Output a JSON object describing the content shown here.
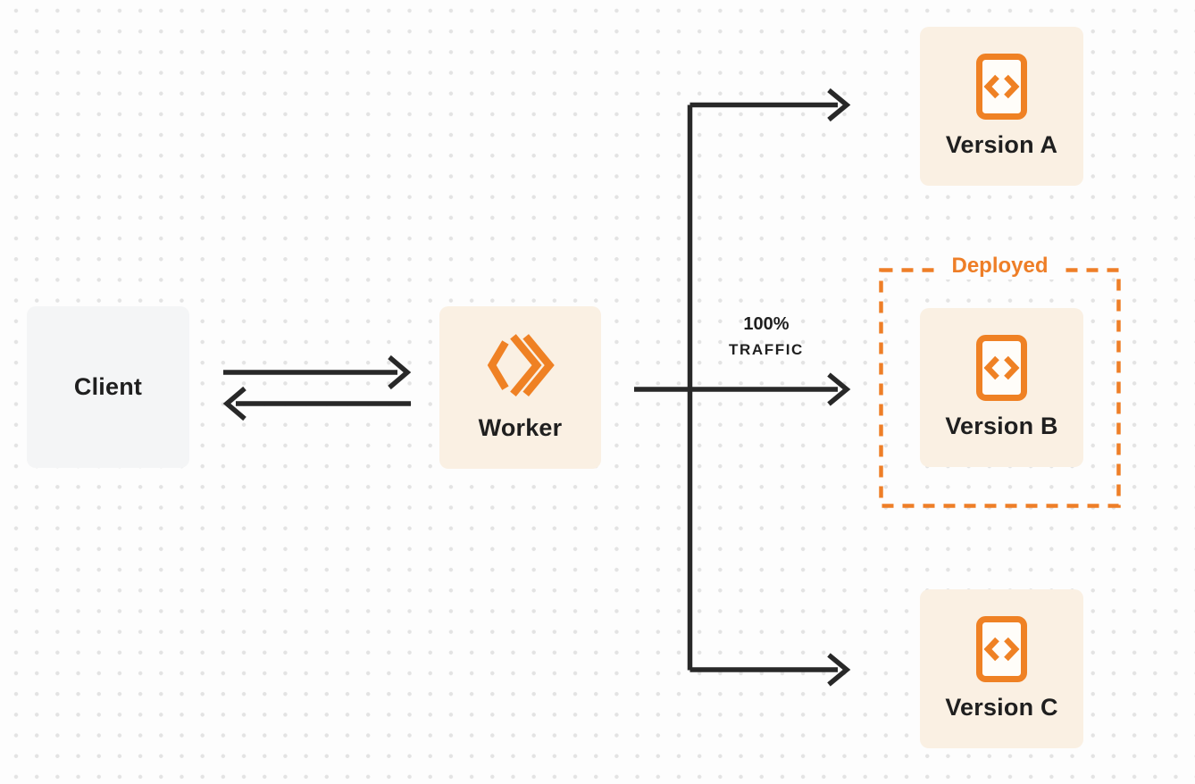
{
  "diagram": {
    "nodes": {
      "client": {
        "label": "Client"
      },
      "worker": {
        "label": "Worker",
        "icon": "workers-logo-icon"
      },
      "version_a": {
        "label": "Version A",
        "icon": "code-file-icon"
      },
      "version_b": {
        "label": "Version B",
        "icon": "code-file-icon"
      },
      "version_c": {
        "label": "Version C",
        "icon": "code-file-icon"
      }
    },
    "labels": {
      "deployed": "Deployed",
      "traffic_line1": "100%",
      "traffic_line2": "TRAFFIC"
    },
    "edges": [
      {
        "from": "client",
        "to": "worker",
        "direction": "bidirectional"
      },
      {
        "from": "worker",
        "to": "version_a"
      },
      {
        "from": "worker",
        "to": "version_b",
        "label": "100% TRAFFIC",
        "annotation": "Deployed"
      },
      {
        "from": "worker",
        "to": "version_c"
      }
    ]
  },
  "colors": {
    "background": "#fdfdfd",
    "dot_grid": "#e3e3e3",
    "node_cream": "#faf0e3",
    "node_gray": "#f4f5f6",
    "accent_orange": "#ef8124",
    "deployed_orange": "#ee7e27",
    "text_dark": "#1f1f1f",
    "arrow_dark": "#282828"
  }
}
